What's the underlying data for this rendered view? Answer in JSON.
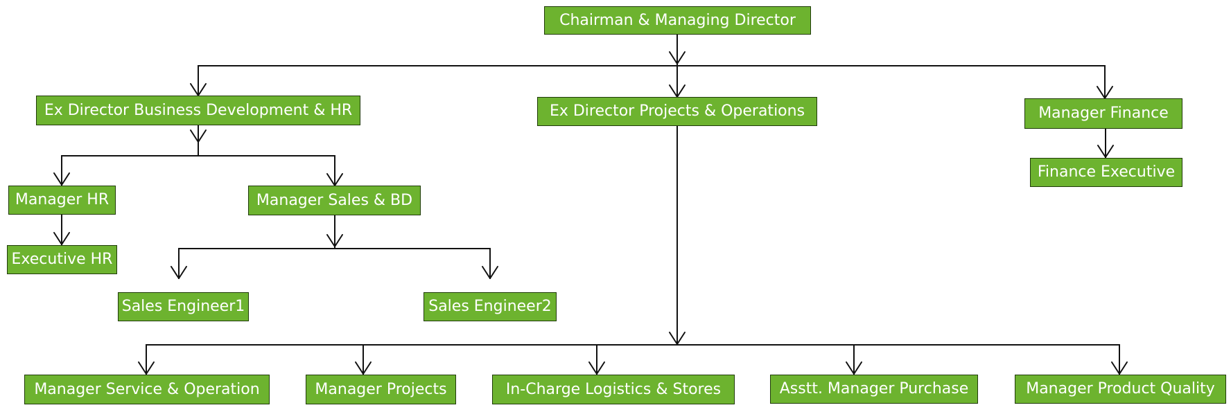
{
  "theme": {
    "node_fill": "#6db32f",
    "node_border": "#1f3a0a",
    "node_text": "#ffffff",
    "connector": "#111111"
  },
  "nodes": {
    "chairman": "Chairman & Managing Director",
    "ex_director_bd_hr": "Ex Director Business Development & HR",
    "ex_director_projects_ops": "Ex Director Projects & Operations",
    "manager_finance": "Manager Finance",
    "finance_executive": "Finance Executive",
    "manager_hr": "Manager HR",
    "executive_hr": "Executive HR",
    "manager_sales_bd": "Manager Sales & BD",
    "sales_engineer_1": "Sales Engineer1",
    "sales_engineer_2": "Sales Engineer2",
    "manager_service_operation": "Manager Service & Operation",
    "manager_projects": "Manager Projects",
    "incharge_logistics_stores": "In-Charge Logistics & Stores",
    "asstt_manager_purchase": "Asstt. Manager Purchase",
    "manager_product_quality": "Manager Product Quality"
  }
}
